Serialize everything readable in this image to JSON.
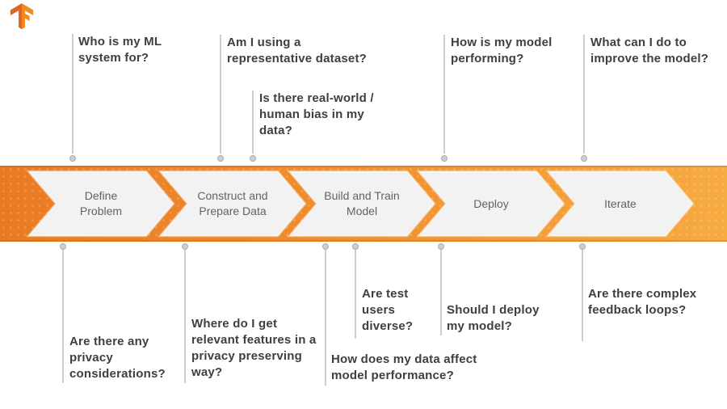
{
  "logo": {
    "icon": "tensorflow-logo"
  },
  "pipeline": {
    "stages": [
      {
        "label": "Define Problem"
      },
      {
        "label": "Construct and Prepare Data"
      },
      {
        "label": "Build and Train Model"
      },
      {
        "label": "Deploy"
      },
      {
        "label": "Iterate"
      }
    ]
  },
  "questions_top": [
    {
      "text": "Who is my ML system for?"
    },
    {
      "text": "Am I using a representative dataset?"
    },
    {
      "text": "Is there real-world / human bias in my data?"
    },
    {
      "text": "How is my model performing?"
    },
    {
      "text": "What can I do to improve the model?"
    }
  ],
  "questions_bottom": [
    {
      "text": "Are there any privacy considerations?"
    },
    {
      "text": "Where do I get relevant features in a privacy preserving way?"
    },
    {
      "text": "Are test users diverse?"
    },
    {
      "text": "How does my data affect model performance?"
    },
    {
      "text": "Should I deploy my model?"
    },
    {
      "text": "Are there complex feedback loops?"
    }
  ],
  "colors": {
    "band_gradient_start": "#E97A23",
    "band_gradient_end": "#F6AB41",
    "chevron_fill": "#F2F2F2",
    "question_text": "#3C4043",
    "stage_text": "#5F6368",
    "connector_line": "#CDCDCD",
    "connector_dot": "#CFCFCF"
  }
}
